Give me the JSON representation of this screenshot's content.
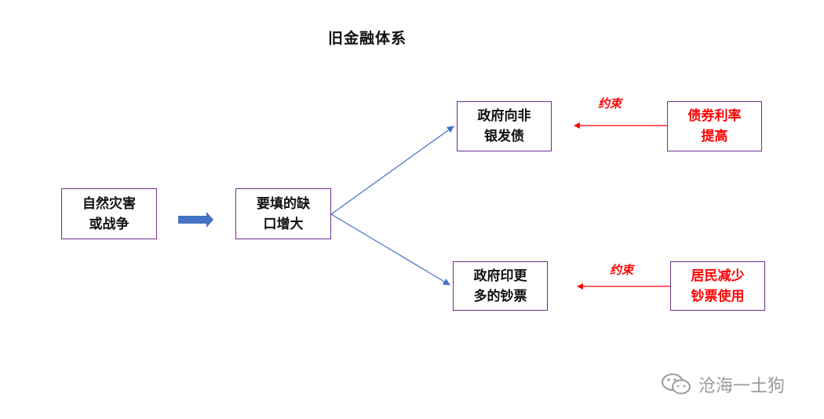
{
  "title": "旧金融体系",
  "nodes": {
    "disaster": {
      "line1": "自然灾害",
      "line2": "或战争"
    },
    "gap": {
      "line1": "要填的缺",
      "line2": "口增大"
    },
    "bonds": {
      "line1": "政府向非",
      "line2": "银发债"
    },
    "print": {
      "line1": "政府印更",
      "line2": "多的钞票"
    },
    "interest": {
      "line1": "债券利率",
      "line2": "提高"
    },
    "cash": {
      "line1": "居民减少",
      "line2": "钞票使用"
    }
  },
  "edge_labels": {
    "upper": "约束",
    "lower": "约束"
  },
  "watermark": {
    "text": "沧海一土狗",
    "icon": "wechat-icon"
  },
  "colors": {
    "border": "#6f2f8f",
    "arrow_blue": "#4472c4",
    "constraint_red": "#ff0000",
    "watermark_gray": "#9a9a9a"
  }
}
